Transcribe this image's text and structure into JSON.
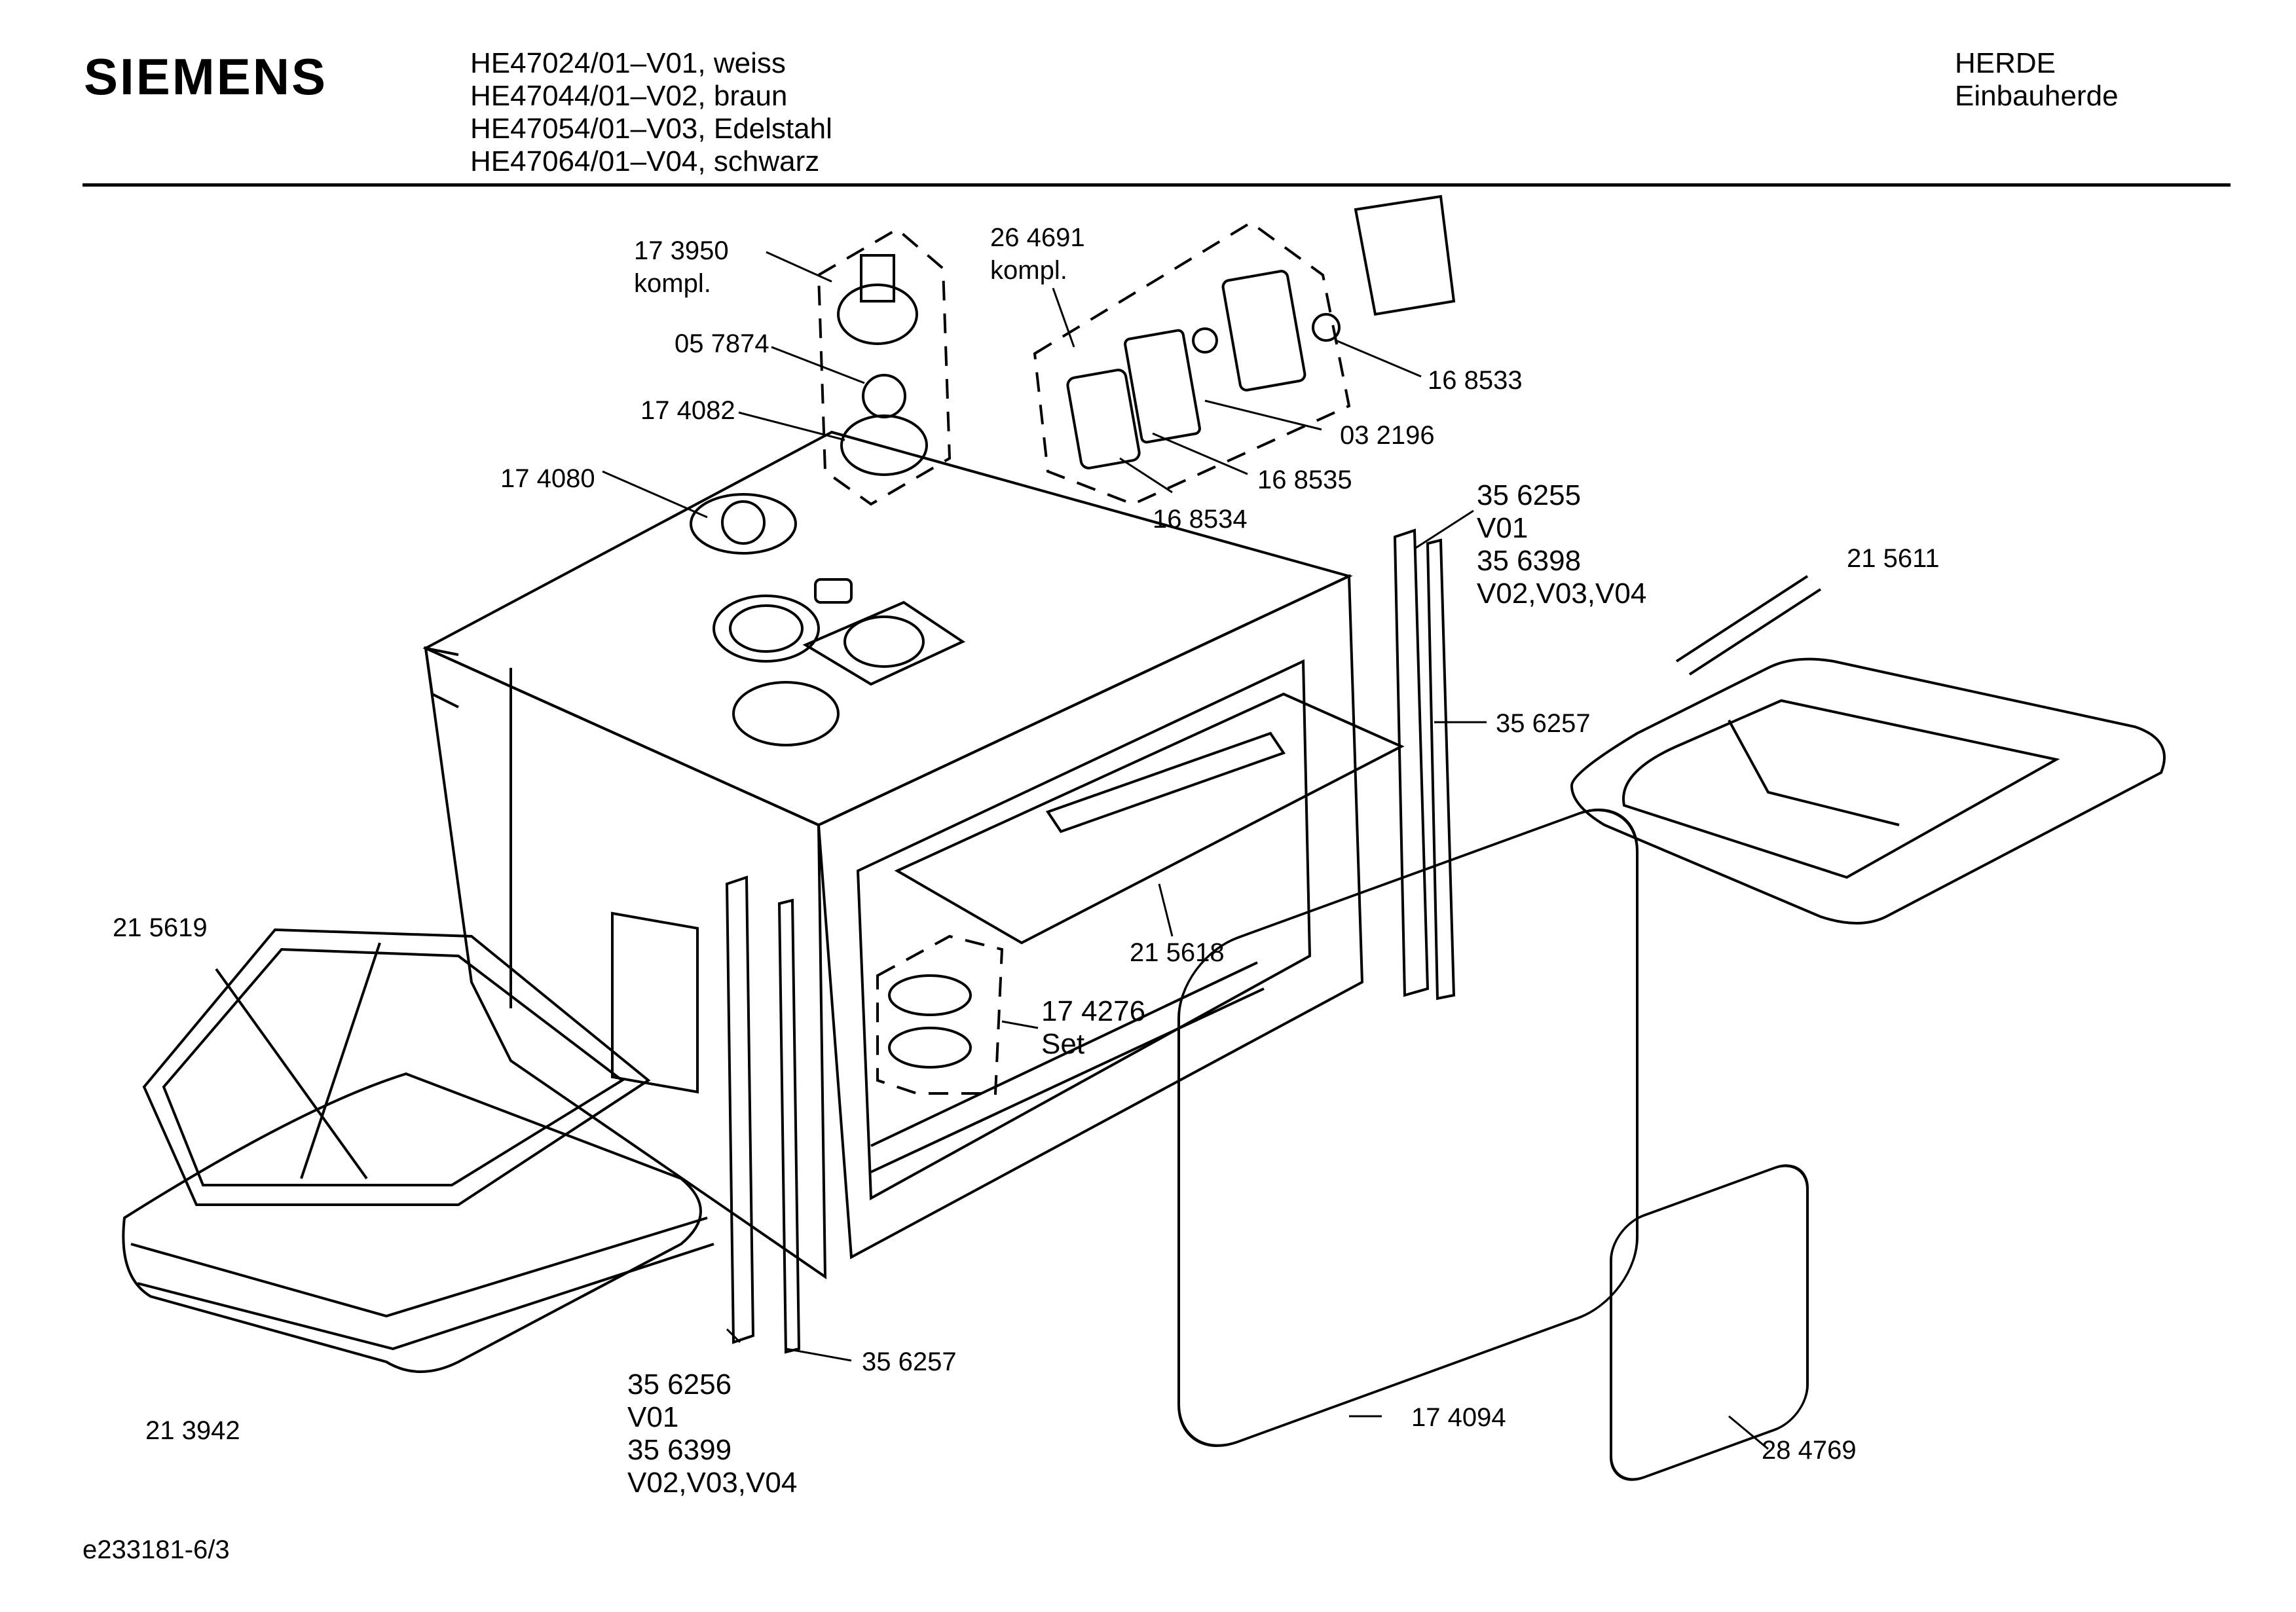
{
  "header": {
    "brand": "SIEMENS",
    "models": [
      "HE47024/01–V01, weiss",
      "HE47044/01–V02, braun",
      "HE47054/01–V03, Edelstahl",
      "HE47064/01–V04, schwarz"
    ],
    "category": [
      "HERDE",
      "Einbauherde"
    ]
  },
  "footer": {
    "doc_ref": "e233181-6/3"
  },
  "parts": {
    "p173950": [
      "17 3950",
      "kompl."
    ],
    "p057874": "05 7874",
    "p174082": "17 4082",
    "p174080": "17 4080",
    "p264691": [
      "26 4691",
      "kompl."
    ],
    "p168533": "16 8533",
    "p032196": "03 2196",
    "p168535": "16 8535",
    "p168534": "16 8534",
    "p356255": [
      "35 6255",
      "V01",
      "35 6398",
      "V02,V03,V04"
    ],
    "p215611": "21 5611",
    "p356257a": "35 6257",
    "p215619": "21 5619",
    "p215618": "21 5618",
    "p174276": [
      "17 4276",
      "Set"
    ],
    "p356256": [
      "35 6256",
      "V01",
      "35 6399",
      "V02,V03,V04"
    ],
    "p356257b": "35 6257",
    "p213942": "21 3942",
    "p174094": "17 4094",
    "p284769": "28 4769"
  }
}
